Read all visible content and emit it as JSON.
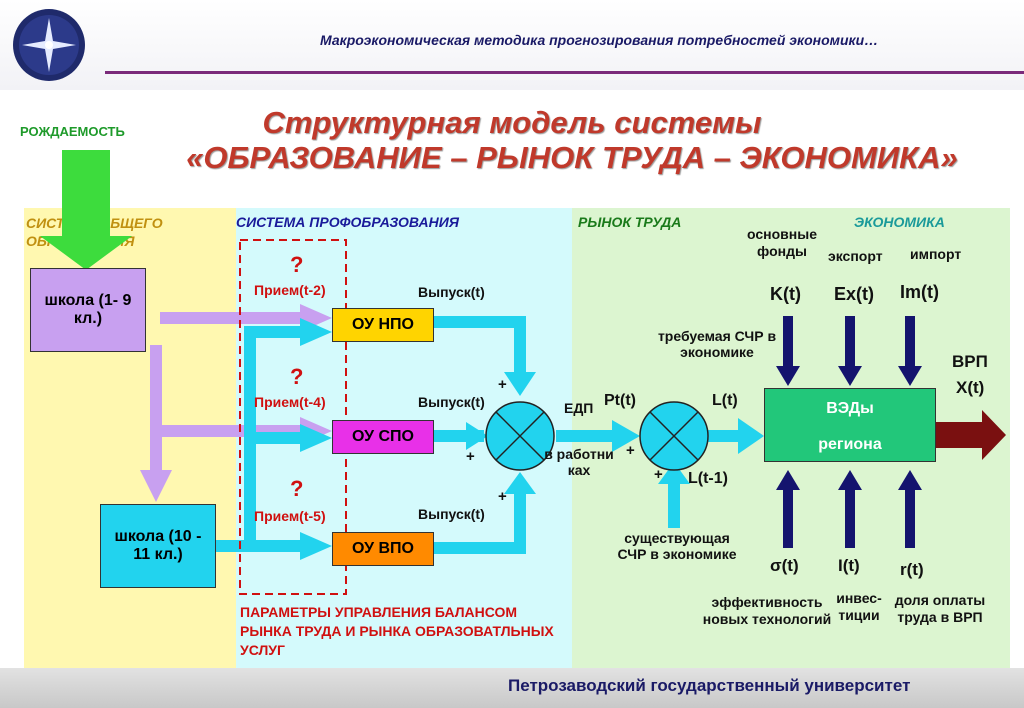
{
  "header": {
    "subtitle": "Макроэкономическая методика прогнозирования потребностей экономики…",
    "logo_text": "Петрозаводский государственный университет"
  },
  "title": {
    "line1": "Структурная модель системы",
    "line2": "«ОБРАЗОВАНИЕ – РЫНОК ТРУДА – ЭКОНОМИКА»"
  },
  "birthrate": "РОЖДАЕМОСТЬ",
  "sections": {
    "general": "СИСТЕМА ОБЩЕГО ОБРАЗОВАНИЯ",
    "prof": "СИСТЕМА ПРОФОБРАЗОВАНИЯ",
    "labor": "РЫНОК ТРУДА",
    "economy": "ЭКОНОМИКА"
  },
  "schools": {
    "s1": "школа (1- 9 кл.)",
    "s2": "школа (10 - 11 кл.)"
  },
  "inst": {
    "npo": "ОУ НПО",
    "spo": "ОУ СПО",
    "vpo": "ОУ ВПО"
  },
  "question": "?",
  "intake": {
    "t2": "Прием(t-2)",
    "t4": "Прием(t-4)",
    "t5": "Прием(t-5)"
  },
  "output_label": "Выпуск(t)",
  "plus": "+",
  "control_params": "ПАРАМЕТРЫ УПРАВЛЕНИЯ БАЛАНСОМ РЫНКА ТРУДА И РЫНКА ОБРАЗОВАТЛЬНЫХ УСЛУГ",
  "labor": {
    "edp": "ЕДП",
    "pt": "Pt(t)",
    "in_work": "в работни ках",
    "lt": "L(t)",
    "lt1": "L(t-1)",
    "required": "требуемая СЧР в экономике",
    "existing": "существующая СЧР в экономике"
  },
  "economy": {
    "fixed_assets": "основные фонды",
    "export": "экспорт",
    "import": "импорт",
    "k": "K(t)",
    "ex": "Ex(t)",
    "im": "Im(t)",
    "ved1": "ВЭДы",
    "ved2": "региона",
    "vrp": "ВРП",
    "xt": "X(t)",
    "sigma": "σ(t)",
    "i": "I(t)",
    "r": "r(t)",
    "eff": "эффективность новых технологий",
    "invest": "инвес- тиции",
    "share": "доля оплаты труда в ВРП"
  },
  "colors": {
    "yellow_bg": "#fff8b0",
    "cyan_bg": "#d4fafc",
    "green_bg": "#dcf5d0",
    "title_red": "#c0392b",
    "arrow_cyan": "#22d3ee",
    "arrow_violet": "#c8a0f0",
    "navy": "#14146e",
    "brown": "#7a1010"
  }
}
